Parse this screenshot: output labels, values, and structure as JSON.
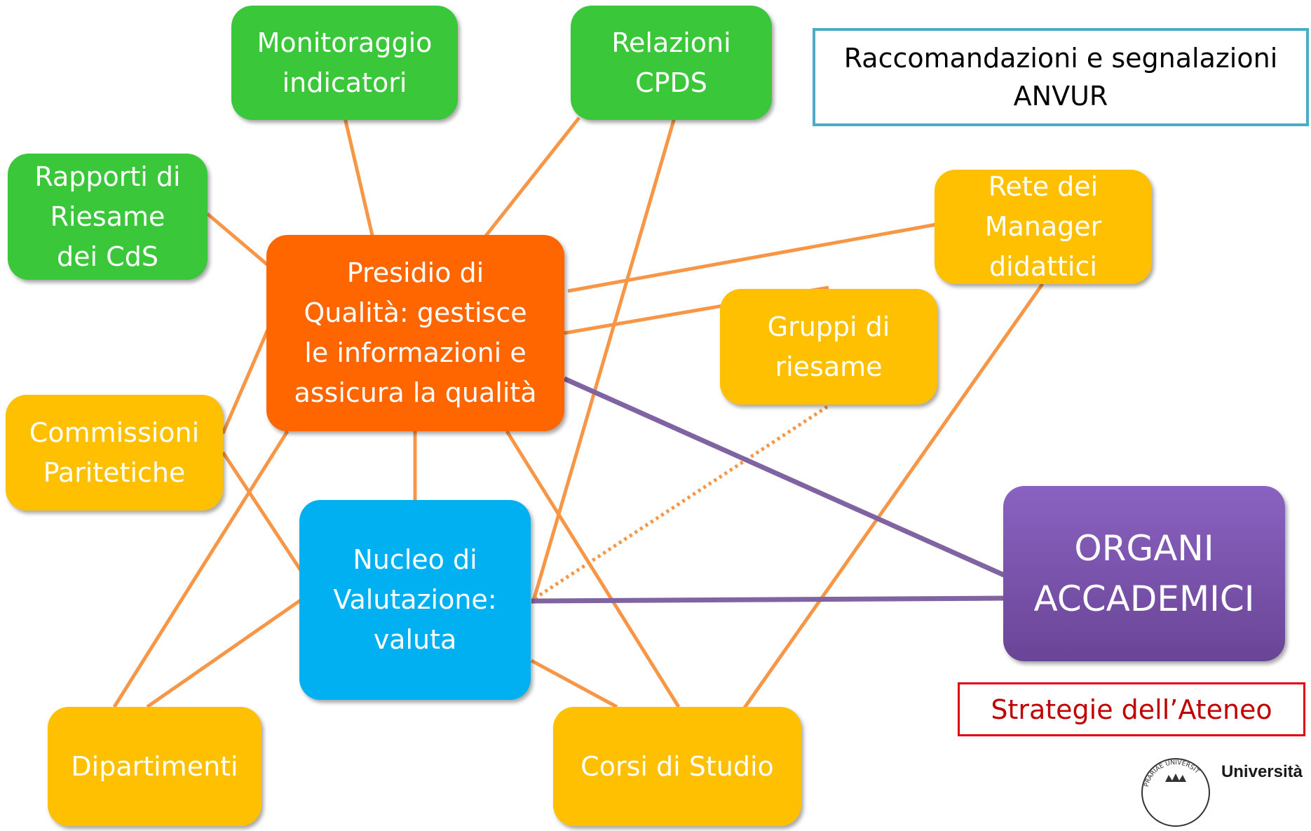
{
  "nodes": {
    "monitoraggio": "Monitoraggio\nindicatori",
    "relazioni": "Relazioni\nCPDS",
    "rapporti": "Rapporti di\nRiesame\ndei CdS",
    "rete": "Rete dei\nManager\ndidattici",
    "presidio": "Presidio di\nQualità: gestisce\nle informazioni e\nassicura la qualità",
    "gruppi": "Gruppi di\nriesame",
    "commissioni": "Commissioni\nParitetiche",
    "nucleo": "Nucleo di\nValutazione:\nvaluta",
    "organi": "ORGANI\nACCADEMICI",
    "dipartimenti": "Dipartimenti",
    "corsi": "Corsi di Studio"
  },
  "notes": {
    "anvur": "Raccomandazioni e segnalazioni\nANVUR",
    "strategie": "Strategie dell’Ateneo"
  },
  "logo": {
    "seal_text": "PRARIAE UNIVERSIT",
    "name": "Università"
  },
  "colors": {
    "green": "#3ac83a",
    "yellow": "#fec000",
    "orange": "#ff6600",
    "blue": "#00b0f0",
    "purple": "#7a55b0",
    "connector": "#f79646",
    "purple_connector": "#8064a2",
    "anvur_border": "#4bacc6",
    "strategie_border": "#e0000f"
  },
  "connections": [
    {
      "from": "monitoraggio",
      "to": "presidio",
      "style": "orange"
    },
    {
      "from": "relazioni",
      "to": "presidio",
      "style": "orange"
    },
    {
      "from": "relazioni",
      "to": "nucleo",
      "style": "orange"
    },
    {
      "from": "rapporti",
      "to": "presidio",
      "style": "orange"
    },
    {
      "from": "rete",
      "to": "presidio",
      "style": "orange"
    },
    {
      "from": "rete",
      "to": "corsi",
      "style": "orange"
    },
    {
      "from": "gruppi",
      "to": "presidio",
      "style": "orange"
    },
    {
      "from": "gruppi",
      "to": "nucleo",
      "style": "dotted"
    },
    {
      "from": "commissioni",
      "to": "presidio",
      "style": "orange"
    },
    {
      "from": "commissioni",
      "to": "nucleo",
      "style": "orange"
    },
    {
      "from": "presidio",
      "to": "nucleo",
      "style": "orange"
    },
    {
      "from": "presidio",
      "to": "dipartimenti",
      "style": "orange"
    },
    {
      "from": "presidio",
      "to": "corsi",
      "style": "orange"
    },
    {
      "from": "nucleo",
      "to": "dipartimenti",
      "style": "orange"
    },
    {
      "from": "nucleo",
      "to": "corsi",
      "style": "orange"
    },
    {
      "from": "presidio",
      "to": "organi",
      "style": "purple"
    },
    {
      "from": "nucleo",
      "to": "organi",
      "style": "purple"
    }
  ]
}
